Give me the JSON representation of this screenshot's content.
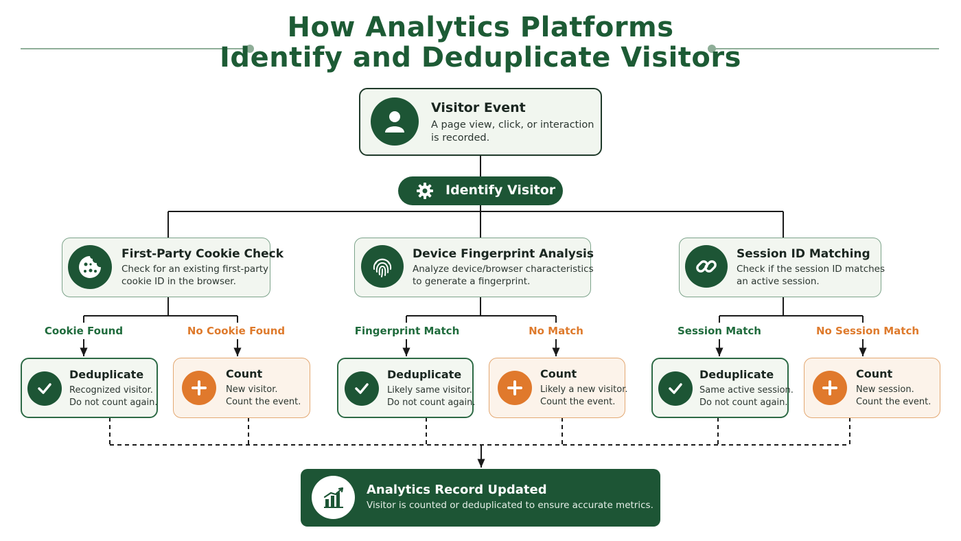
{
  "title": {
    "line1": "How Analytics Platforms",
    "line2": "Identify and Deduplicate Visitors"
  },
  "start": {
    "title": "Visitor Event",
    "desc_line1": "A page view, click, or interaction",
    "desc_line2": "is recorded.",
    "icon": "user-icon"
  },
  "identify": {
    "label": "Identify Visitor",
    "icon": "gear-icon"
  },
  "methods": [
    {
      "title": "First-Party Cookie Check",
      "desc_line1": "Check for an existing first-party",
      "desc_line2": "cookie ID in the browser.",
      "icon": "cookie-icon",
      "match_label": "Cookie Found",
      "nomatch_label": "No Cookie Found",
      "match": {
        "title": "Deduplicate",
        "line1": "Recognized visitor.",
        "line2": "Do not count again.",
        "icon": "checkmark-icon"
      },
      "nomatch": {
        "title": "Count",
        "line1": "New visitor.",
        "line2": "Count the event.",
        "icon": "plus-icon"
      }
    },
    {
      "title": "Device Fingerprint Analysis",
      "desc_line1": "Analyze device/browser characteristics",
      "desc_line2": "to generate a fingerprint.",
      "icon": "fingerprint-icon",
      "match_label": "Fingerprint Match",
      "nomatch_label": "No Match",
      "match": {
        "title": "Deduplicate",
        "line1": "Likely same visitor.",
        "line2": "Do not count again.",
        "icon": "checkmark-icon"
      },
      "nomatch": {
        "title": "Count",
        "line1": "Likely a new visitor.",
        "line2": "Count the event.",
        "icon": "plus-icon"
      }
    },
    {
      "title": "Session ID Matching",
      "desc_line1": "Check if the session ID matches",
      "desc_line2": "an active session.",
      "icon": "link-icon",
      "match_label": "Session Match",
      "nomatch_label": "No Session Match",
      "match": {
        "title": "Deduplicate",
        "line1": "Same active session.",
        "line2": "Do not count again.",
        "icon": "checkmark-icon"
      },
      "nomatch": {
        "title": "Count",
        "line1": "New session.",
        "line2": "Count the event.",
        "icon": "plus-icon"
      }
    }
  ],
  "final": {
    "title": "Analytics Record Updated",
    "desc": "Visitor is counted or deduplicated to ensure accurate metrics.",
    "icon": "bar-chart-icon"
  },
  "colors": {
    "primary_green": "#1d5535",
    "accent_orange": "#e0792c",
    "light_green_fill": "#f2f6f0",
    "light_orange_fill": "#fcf3ea"
  }
}
